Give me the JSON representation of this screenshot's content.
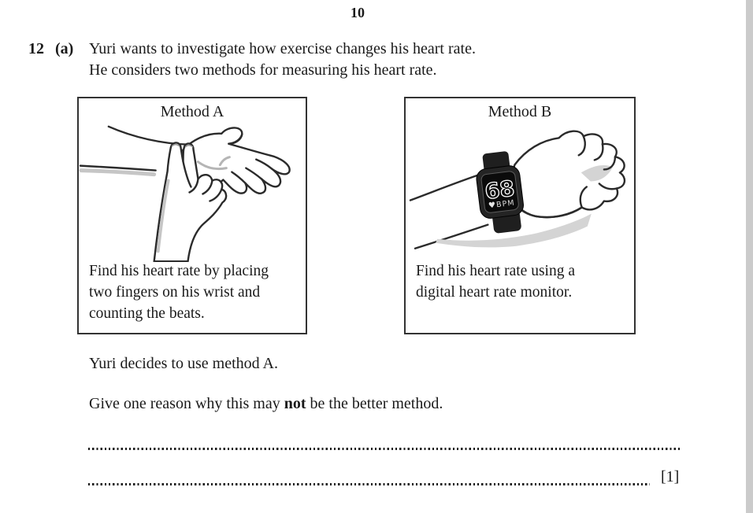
{
  "page": {
    "number": "10",
    "edge_strip_color": "#cbcbcb",
    "ink_color": "#1a1a1a"
  },
  "question": {
    "number": "12",
    "part": "(a)",
    "intro_line1": "Yuri wants to investigate how exercise changes his heart rate.",
    "intro_line2": "He considers two methods for measuring his heart rate.",
    "decision": "Yuri decides to use method A.",
    "prompt_before_bold": "Give one reason why this may ",
    "prompt_bold": "not",
    "prompt_after_bold": " be the better method.",
    "marks": "[1]"
  },
  "method_a": {
    "title": "Method A",
    "illustration": "two-fingers-on-wrist-sketch",
    "caption_line1": "Find his heart rate by placing",
    "caption_line2": "two fingers on his wrist and",
    "caption_line3": "counting the beats."
  },
  "method_b": {
    "title": "Method B",
    "illustration": "smartwatch-on-wrist-sketch",
    "watch": {
      "bpm_value": "68",
      "heart_icon": "♥",
      "bpm_label": "BPM",
      "face_color": "#1f1f1f"
    },
    "caption_line1": "Find his heart rate using a",
    "caption_line2": "digital heart rate monitor."
  }
}
